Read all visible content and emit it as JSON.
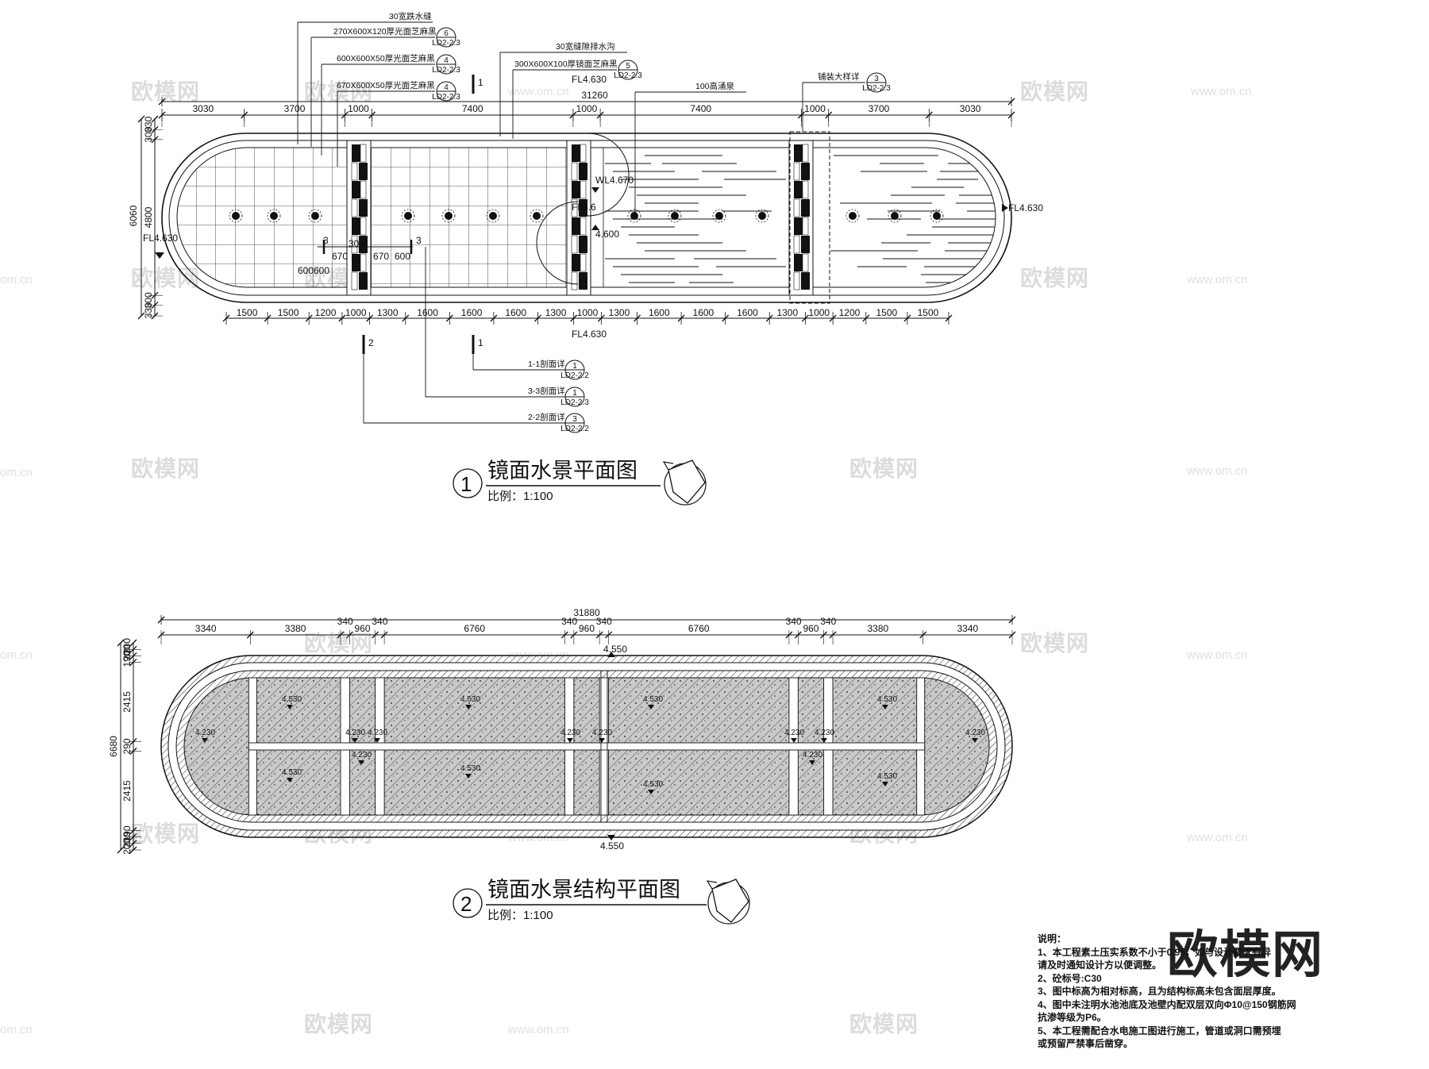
{
  "plan1": {
    "title": "镜面水景平面图",
    "scale": "比例：1:100",
    "number": "1",
    "total": "31260",
    "top_dims": [
      "3030",
      "3700",
      "1000",
      "7400",
      "1000",
      "7400",
      "1000",
      "3700",
      "3030"
    ],
    "bottom_dims": [
      "1500",
      "1500",
      "1200",
      "1000",
      "1300",
      "1600",
      "1600",
      "1600",
      "1300",
      "1000",
      "1300",
      "1600",
      "1600",
      "1600",
      "1300",
      "1000",
      "1200",
      "1500",
      "1500"
    ],
    "left_dims": [
      "330",
      "300",
      "4800",
      "300",
      "330"
    ],
    "left_total": "6060",
    "elevations": {
      "fl_left": "FL4.630",
      "fl_right": "FL4.630",
      "fl_top": "FL4.630",
      "fl_bottom": "FL4.630",
      "wl": "WL4.670",
      "fl_mid": "FL4.6",
      "el_mid": "4.600"
    },
    "detail_dims": [
      "670",
      "30",
      "670",
      "600",
      "600",
      "600"
    ],
    "leaders": [
      {
        "text": "30宽跌水缝"
      },
      {
        "text": "270X600X120厚光面芝麻黑",
        "num": "6",
        "ref": "LD2-2.3"
      },
      {
        "text": "600X600X50厚光面芝麻黑",
        "num": "4",
        "ref": "LD2-2.3"
      },
      {
        "text": "670X600X50厚光面芝麻黑",
        "num": "4",
        "ref": "LD2-2.3"
      },
      {
        "text": "30宽缝隙排水沟"
      },
      {
        "text": "300X600X100厚镜面芝麻黑",
        "num": "5",
        "ref": "LD2-2.3"
      },
      {
        "text": "100高涌泉"
      },
      {
        "text": "铺装大样详",
        "num": "3",
        "ref": "LD2-2.3"
      }
    ],
    "sections": [
      {
        "text": "1-1剖面详",
        "num": "1",
        "ref": "LD2-2.2"
      },
      {
        "text": "3-3剖面详",
        "num": "1",
        "ref": "LD2-2.3"
      },
      {
        "text": "2-2剖面详",
        "num": "3",
        "ref": "LD2-2.2"
      }
    ],
    "section_marks": [
      "1",
      "1",
      "2",
      "3",
      "3"
    ]
  },
  "plan2": {
    "title": "镜面水景结构平面图",
    "scale": "比例：1:100",
    "number": "2",
    "total": "31880",
    "top_dims": [
      "3340",
      "3380",
      "340",
      "960",
      "340",
      "6760",
      "340",
      "960",
      "340",
      "6760",
      "340",
      "960",
      "340",
      "3380",
      "3340"
    ],
    "left_dims": [
      "200",
      "200",
      "190",
      "2415",
      "290",
      "2415",
      "190",
      "200",
      "200"
    ],
    "left_total": "6680",
    "elev_top": "4.550",
    "elev_bottom": "4.550",
    "elev_inner": "4.230",
    "elev_slab": "4.530"
  },
  "notes": {
    "heading": "说明：",
    "lines": [
      "1、本工程素土压实系数不小于0.95，如与设计要求有异",
      "请及时通知设计方以便调整。",
      "2、砼标号:C30",
      "3、图中标高为相对标高，且为结构标高未包含面层厚度。",
      "4、图中未注明水池池底及池壁内配双层双向Φ10@150钢筋网",
      "抗渗等级为P6。",
      "5、本工程需配合水电施工图进行施工，管道或洞口需预埋",
      "或预留严禁事后凿穿。"
    ]
  },
  "watermark": {
    "cn": "欧模网",
    "url": "www.om.cn",
    "url_short": "om.cn"
  }
}
